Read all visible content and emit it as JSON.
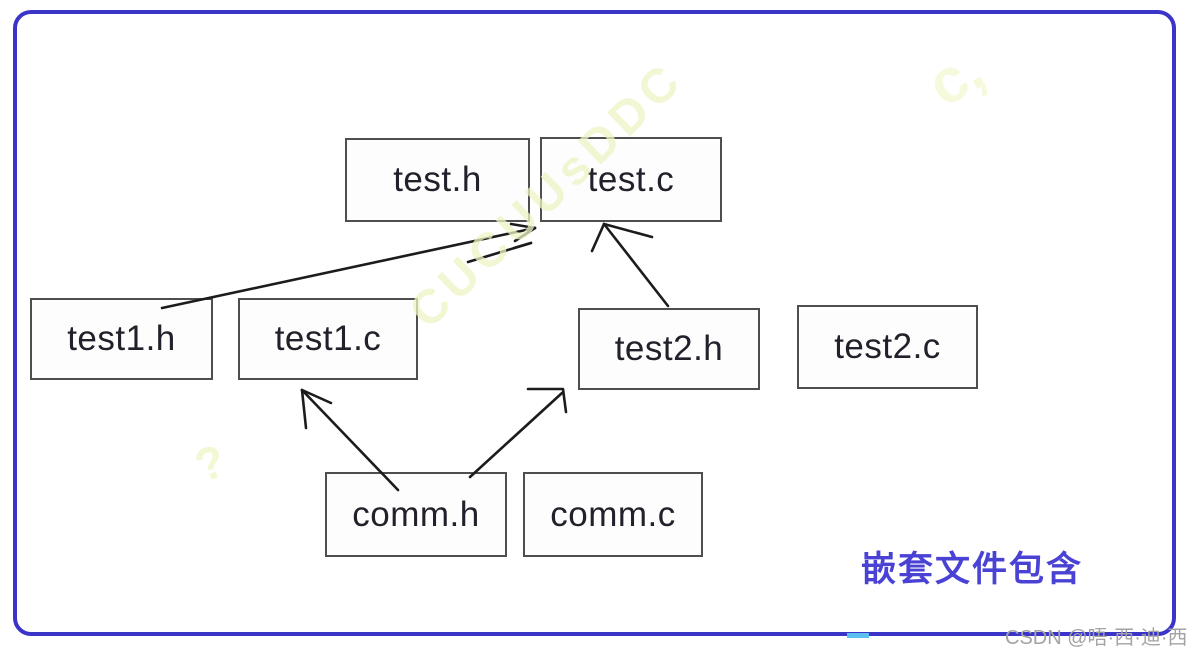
{
  "diagram": {
    "nodes": [
      {
        "id": "test.h",
        "label": "test.h"
      },
      {
        "id": "test.c",
        "label": "test.c"
      },
      {
        "id": "test1.h",
        "label": "test1.h"
      },
      {
        "id": "test1.c",
        "label": "test1.c"
      },
      {
        "id": "test2.h",
        "label": "test2.h"
      },
      {
        "id": "test2.c",
        "label": "test2.c"
      },
      {
        "id": "comm.h",
        "label": "comm.h"
      },
      {
        "id": "comm.c",
        "label": "comm.c"
      }
    ],
    "edges": [
      {
        "from": "test1.h",
        "to": "test.c"
      },
      {
        "from": "test2.h",
        "to": "test.c"
      },
      {
        "from": "comm.h",
        "to": "test1.c"
      },
      {
        "from": "comm.h",
        "to": "test2.h"
      }
    ],
    "caption": "嵌套文件包含"
  },
  "colors": {
    "frame_border": "#3a35c8",
    "caption_text": "#4a42d4",
    "node_border": "#4e4e4e",
    "node_text": "#21212b",
    "arrow_stroke": "#1c1c1c",
    "credit_text": "#a3a3a3",
    "watermark_tint": "#eef4c4"
  },
  "watermarks": {
    "credit": "CSDN @唔·西·迪·西",
    "diagonal_text": "CUCUUsDDC",
    "corner_glyph": "c,",
    "left_glyph": "?"
  }
}
